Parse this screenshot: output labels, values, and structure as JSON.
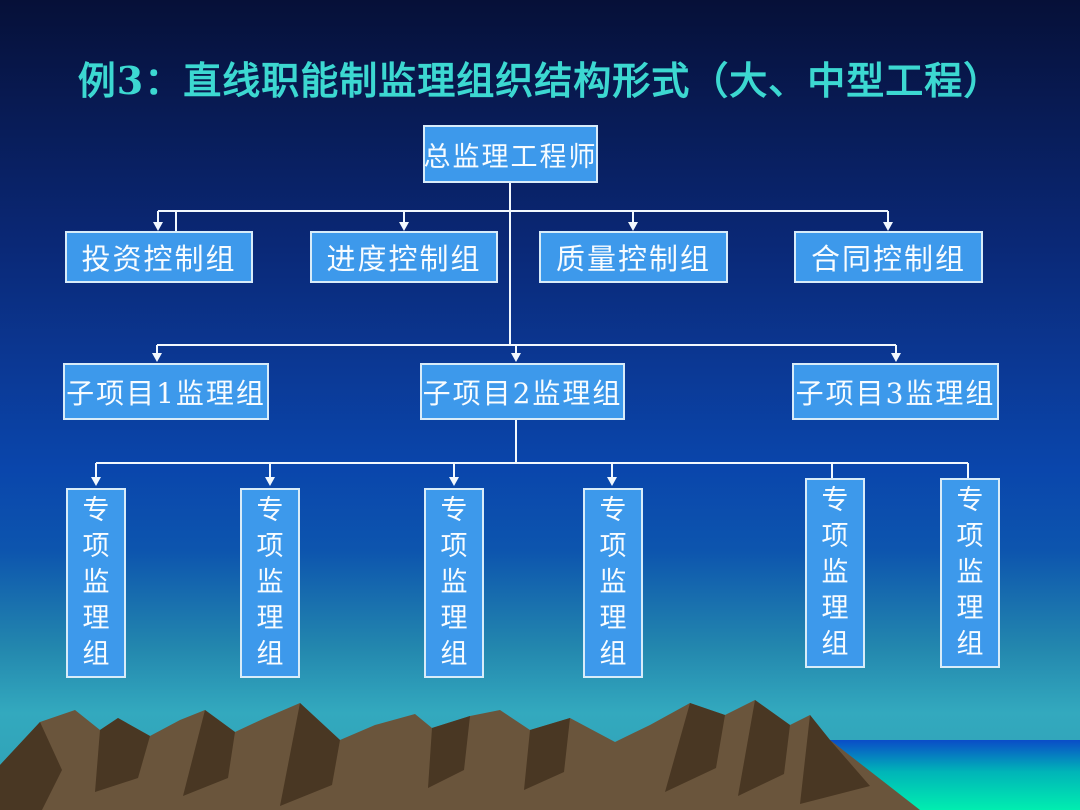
{
  "slide": {
    "title": "例3：直线职能制监理组织结构形式（大、中型工程）"
  },
  "org_chart": {
    "root": {
      "label": "总监理工程师"
    },
    "functional_groups": [
      {
        "label": "投资控制组"
      },
      {
        "label": "进度控制组"
      },
      {
        "label": "质量控制组"
      },
      {
        "label": "合同控制组"
      }
    ],
    "subproject_groups": [
      {
        "label": "子项目1监理组"
      },
      {
        "label": "子项目2监理组"
      },
      {
        "label": "子项目3监理组"
      }
    ],
    "special_groups": [
      {
        "label": "专项监理组"
      },
      {
        "label": "专项监理组"
      },
      {
        "label": "专项监理组"
      },
      {
        "label": "专项监理组"
      },
      {
        "label": "专项监理组"
      },
      {
        "label": "专项监理组"
      }
    ]
  },
  "colors": {
    "title_text": "#3CD8D1",
    "box_fill": "#3D99EB",
    "box_border": "#D8ECF9",
    "box_text": "#F8FCFF",
    "connector": "#F2F8FE",
    "background_top": "#061038",
    "background_mid_blue": "#0A46AC",
    "background_teal": "#2E9FB4",
    "sea_top": "#0A4CC8",
    "sea_bottom": "#00EEB0",
    "mountain_shadow": "#493723",
    "mountain_face": "#6A553C"
  }
}
